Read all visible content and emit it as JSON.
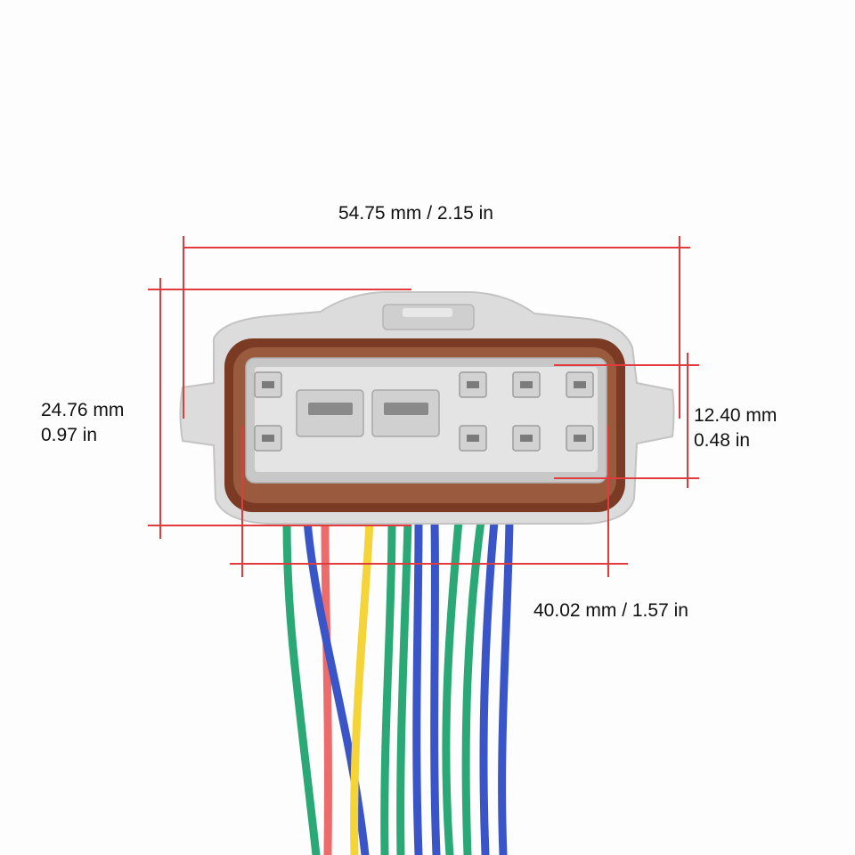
{
  "dimensions": {
    "overall_width": {
      "text": "54.75 mm / 2.15 in"
    },
    "overall_height": {
      "line1": "24.76 mm",
      "line2": "0.97 in"
    },
    "cavity_height": {
      "line1": "12.40 mm",
      "line2": "0.48 in"
    },
    "cavity_width": {
      "text": "40.02 mm / 1.57 in"
    }
  },
  "colors": {
    "dimension_line": "#e23b3b",
    "housing": "#d8d8d8",
    "seal": "#7a3a24",
    "wire_green": "#2aa876",
    "wire_red": "#ee6b6b",
    "wire_yellow": "#f5d43a",
    "wire_blue": "#3a55c8"
  }
}
